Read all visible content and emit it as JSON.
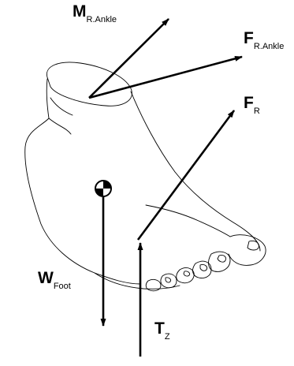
{
  "labels": {
    "m_ankle": {
      "main": "M",
      "sub": "R.Ankle"
    },
    "f_ankle": {
      "main": "F",
      "sub": "R.Ankle"
    },
    "f_r": {
      "main": "F",
      "sub": "R"
    },
    "w_foot": {
      "main": "W",
      "sub": "Foot"
    },
    "t_z": {
      "main": "T",
      "sub": "Z"
    }
  },
  "colors": {
    "ink": "#000000",
    "background": "#ffffff"
  }
}
